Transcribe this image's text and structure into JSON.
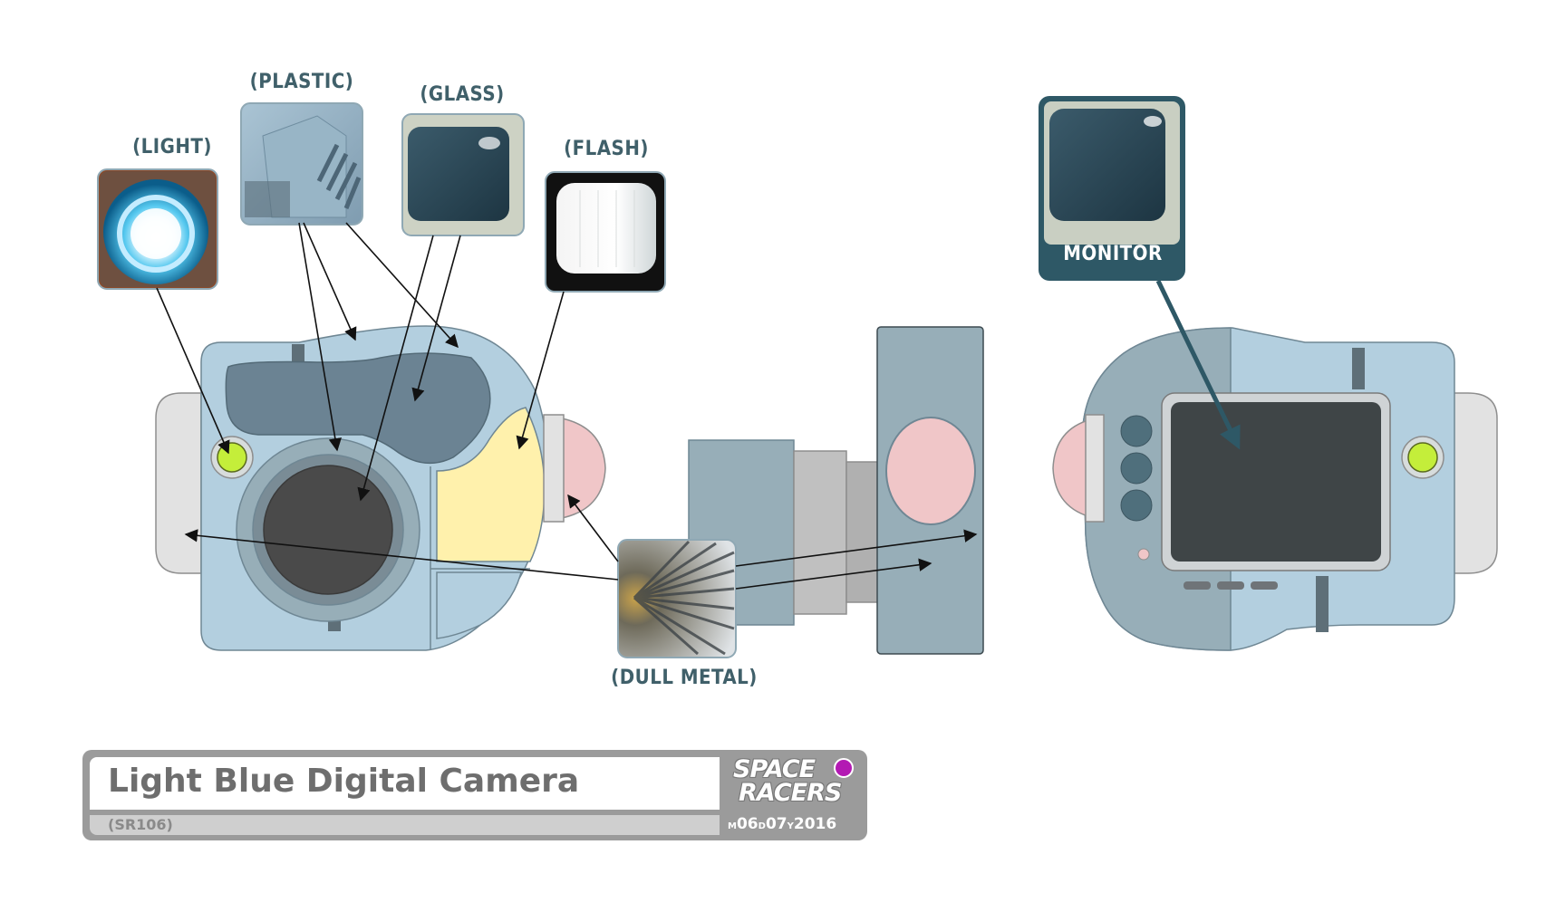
{
  "swatches": {
    "light": "(LIGHT)",
    "plastic": "(PLASTIC)",
    "glass": "(GLASS)",
    "flash": "(FLASH)",
    "dull_metal": "(DULL METAL)"
  },
  "monitor_label": "MONITOR",
  "title_block": {
    "title": "Light Blue Digital Camera",
    "code": "(SR106)",
    "brand_line1": "SPACE",
    "brand_line2": "RACERS",
    "date": {
      "m_prefix": "M",
      "month": "06",
      "d_prefix": "D",
      "day": "07",
      "y_prefix": "Y",
      "year": "2016"
    }
  },
  "colors": {
    "body_light_blue": "#b3cfdf",
    "body_mid_blue": "#97aeb8",
    "panel_dark": "#6b8393",
    "lens_dark": "#4a4a4a",
    "flash_yellow": "#fff1ac",
    "grip_gray": "#e2e2e2",
    "led_green": "#c4ee3a",
    "pink": "#f0c6c8",
    "label_teal": "#40606a",
    "monitor_tag": "#2e5866",
    "screen": "#3f4547",
    "brand_magenta": "#b31ab3"
  }
}
